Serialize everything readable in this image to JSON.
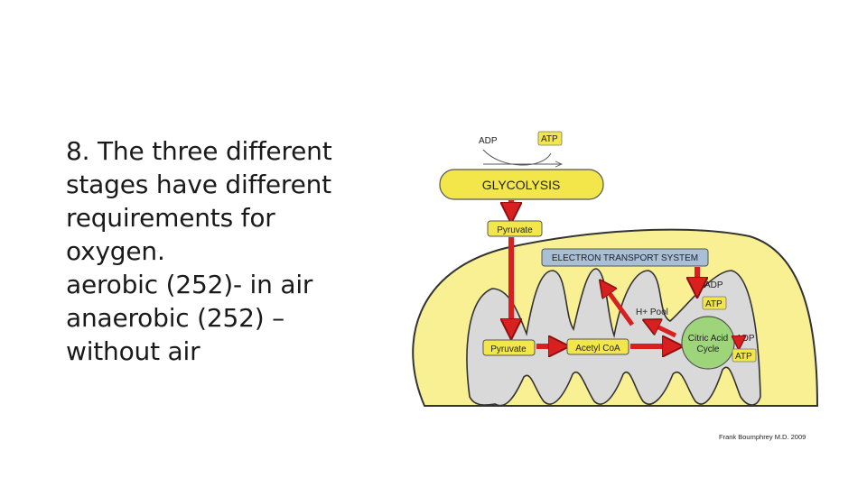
{
  "text": {
    "lines": [
      "8. The three different",
      "stages have different",
      "requirements for",
      "oxygen.",
      "aerobic (252)-  in air",
      "anaerobic (252) –",
      "without air"
    ]
  },
  "diagram": {
    "adp_top": "ADP",
    "atp_top": "ATP",
    "glycolysis": "GLYCOLYSIS",
    "pyruvate_top": "Pyruvate",
    "ets": "ELECTRON TRANSPORT SYSTEM",
    "adp_ets": "ADP",
    "atp_ets": "ATP",
    "h_pool": "H+ Pool",
    "pyruvate_bottom": "Pyruvate",
    "acetyl_coa": "Acetyl CoA",
    "citric_line1": "Citric Acid",
    "citric_line2": "Cycle",
    "adp_cycle": "ADP",
    "atp_cycle": "ATP",
    "credit": "Frank Boumphrey M.D. 2009"
  },
  "colors": {
    "yellow": "#f8f093",
    "label_yellow": "#f2e64a",
    "gray": "#d9d9d9",
    "ets_blue": "#a9bfd6",
    "arrow_red": "#d92020",
    "citric_green": "#9ed47a"
  }
}
